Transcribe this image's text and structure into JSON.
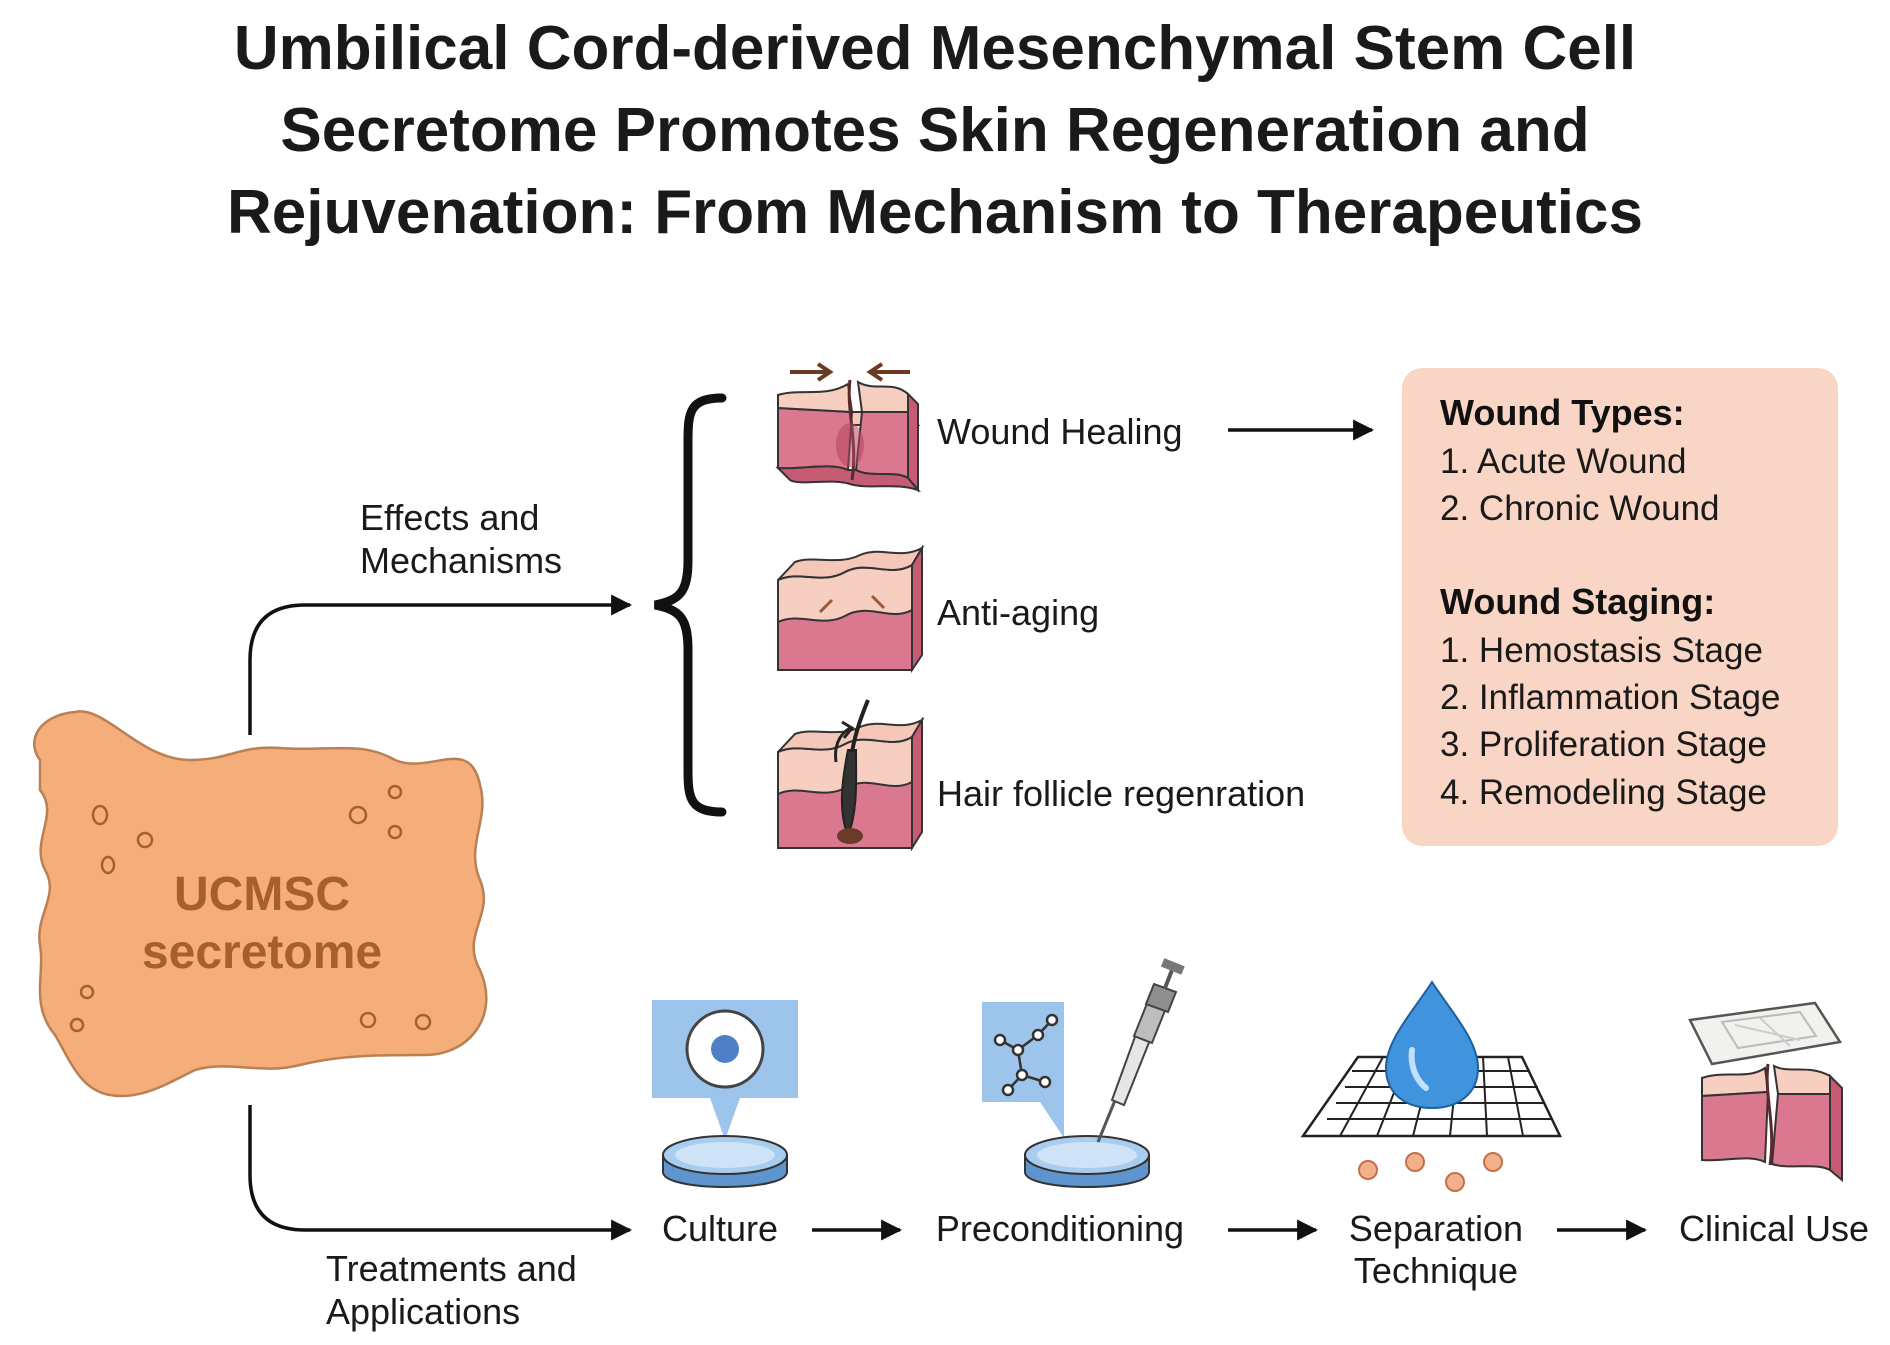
{
  "title": {
    "line1": "Umbilical Cord-derived Mesenchymal Stem Cell",
    "line2": "Secretome Promotes Skin Regeneration and",
    "line3": "Rejuvenation: From Mechanism to Therapeutics"
  },
  "source": {
    "line1": "UCMSC",
    "line2": "secretome",
    "fill_color": "#f5ad7a",
    "text_color": "#a8602a"
  },
  "branches": {
    "effects": {
      "line1": "Effects and",
      "line2": "Mechanisms"
    },
    "treatments": {
      "line1": "Treatments and",
      "line2": "Applications"
    }
  },
  "effects": [
    {
      "label": "Wound Healing",
      "icon": "skin-wound-icon"
    },
    {
      "label": "Anti-aging",
      "icon": "skin-wrinkle-icon"
    },
    {
      "label": "Hair follicle regenration",
      "icon": "skin-hair-follicle-icon"
    }
  ],
  "wound_box": {
    "types_heading": "Wound Types:",
    "types": [
      "1. Acute Wound",
      "2. Chronic Wound"
    ],
    "staging_heading": "Wound Staging:",
    "stages": [
      "1. Hemostasis Stage",
      "2. Inflammation Stage",
      "3. Proliferation Stage",
      "4. Remodeling Stage"
    ],
    "fill_color": "#f8d5c5"
  },
  "process": [
    {
      "label": "Culture",
      "icon": "petri-dish-cell-icon"
    },
    {
      "label": "Preconditioning",
      "icon": "pipette-molecule-icon"
    },
    {
      "label_line1": "Separation",
      "label_line2": "Technique",
      "icon": "droplet-filter-icon"
    },
    {
      "label": "Clinical Use",
      "icon": "dressing-skin-icon"
    }
  ],
  "colors": {
    "skin_pink": "#d9788e",
    "skin_light": "#f7cfc0",
    "dish_blue": "#5e95cf",
    "panel_blue": "#9dc4ea",
    "droplet_blue": "#3f94dd",
    "bead_orange": "#f2b08c"
  }
}
